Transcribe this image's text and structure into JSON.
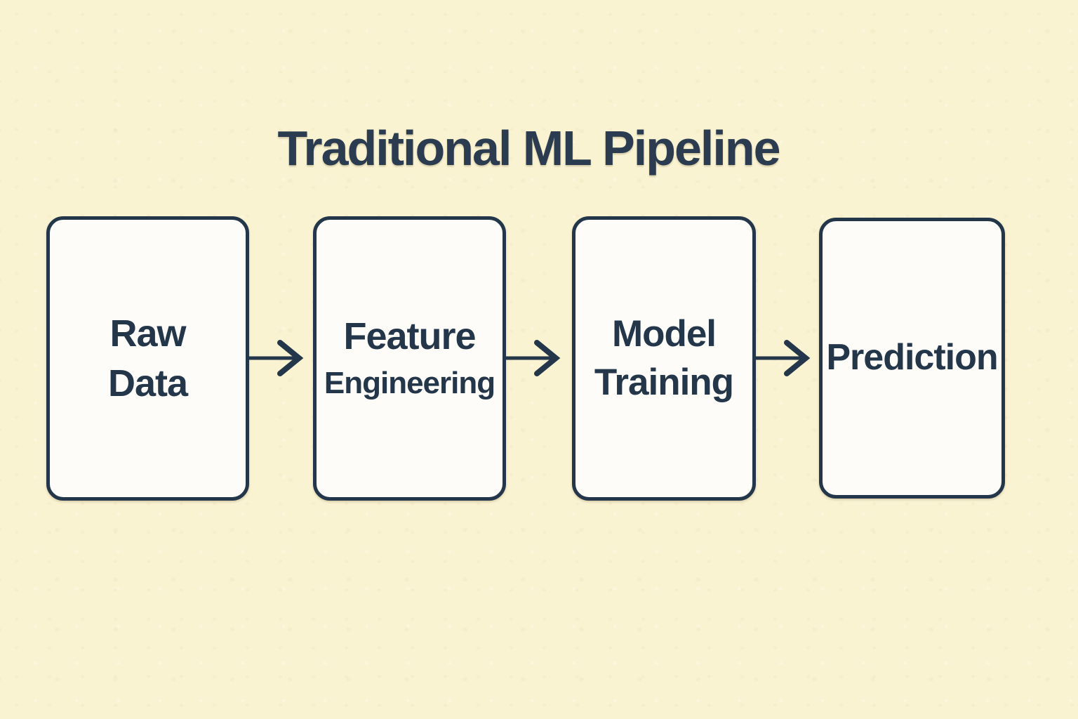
{
  "title": "Traditional ML Pipeline",
  "pipeline": {
    "nodes": [
      {
        "id": "raw-data",
        "label": "Raw Data",
        "lines": [
          "Raw",
          "Data"
        ]
      },
      {
        "id": "feature-engineering",
        "label": "Feature Engineering",
        "lines": [
          "Feature",
          "Engineering"
        ]
      },
      {
        "id": "model-training",
        "label": "Model Training",
        "lines": [
          "Model",
          "Training"
        ]
      },
      {
        "id": "prediction",
        "label": "Prediction",
        "lines": [
          "Prediction"
        ]
      }
    ],
    "connections": [
      {
        "from": "raw-data",
        "to": "feature-engineering",
        "icon": "arrow-right-icon"
      },
      {
        "from": "feature-engineering",
        "to": "model-training",
        "icon": "arrow-right-icon"
      },
      {
        "from": "model-training",
        "to": "prediction",
        "icon": "arrow-right-icon"
      }
    ]
  },
  "colors": {
    "background": "#FAF3D2",
    "node_fill": "#FDFCF8",
    "ink": "#24364A",
    "title_ink": "#2B3C50"
  }
}
